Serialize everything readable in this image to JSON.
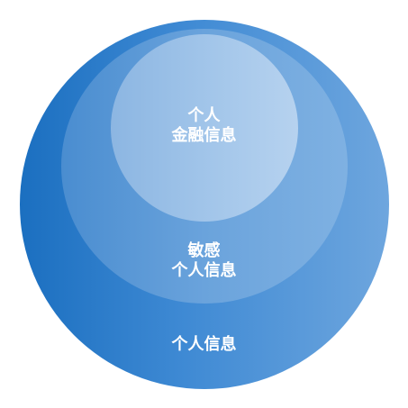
{
  "diagram": {
    "outer": {
      "label": "个人信息",
      "color": "#1b6fc0"
    },
    "middle": {
      "line1": "敏感",
      "line2": "个人信息",
      "color": "#5b9ad8"
    },
    "inner": {
      "line1": "个人",
      "line2": "金融信息",
      "color": "#a3c6ea"
    }
  }
}
